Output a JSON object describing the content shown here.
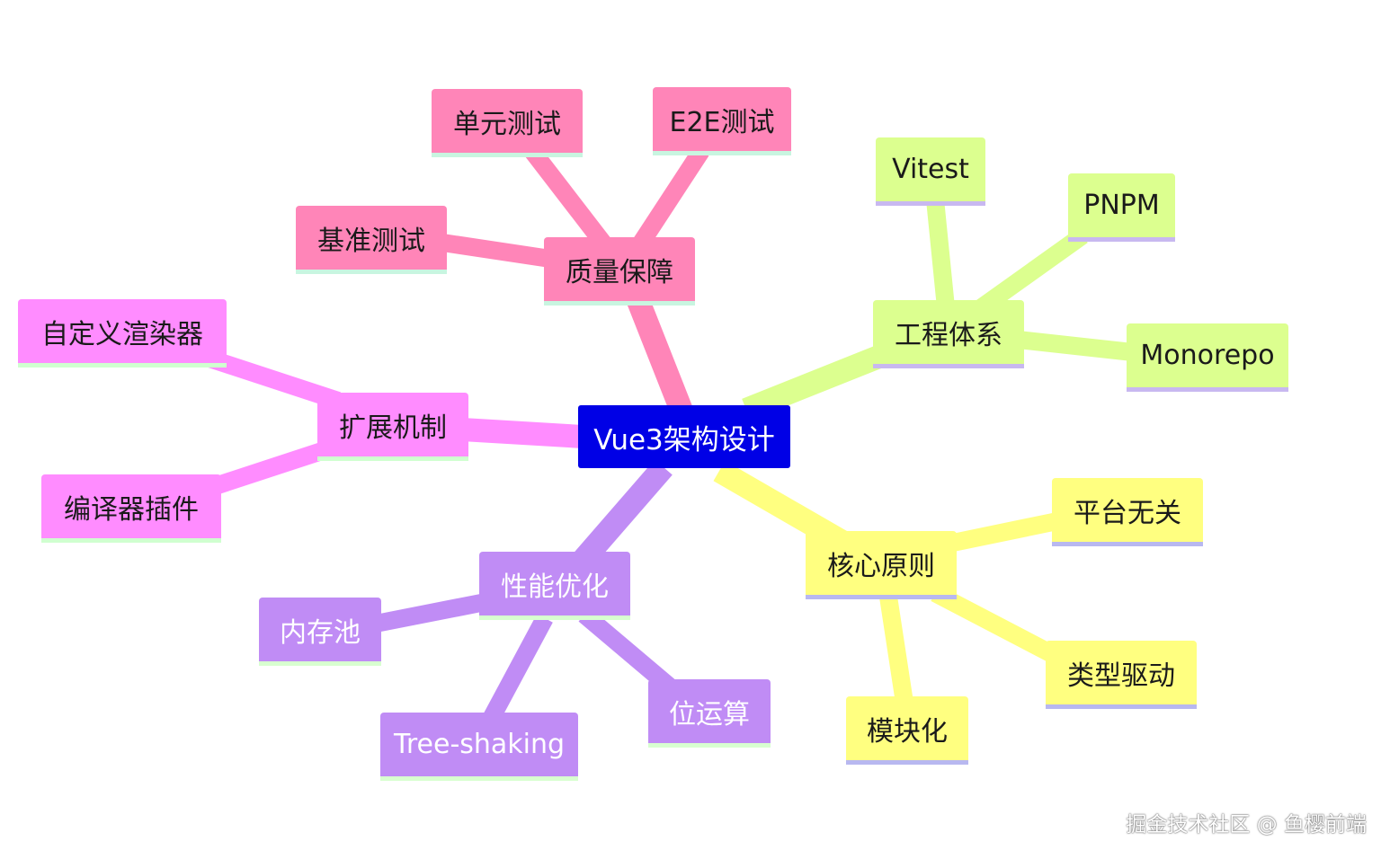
{
  "root": {
    "label": "Vue3架构设计",
    "color": "#0000e6"
  },
  "branches": [
    {
      "key": "quality",
      "label": "质量保障",
      "color": "#ff85b8",
      "underline": "#c8f5e0",
      "children": [
        {
          "key": "unit",
          "label": "单元测试"
        },
        {
          "key": "e2e",
          "label": "E2E测试"
        },
        {
          "key": "bench",
          "label": "基准测试"
        }
      ]
    },
    {
      "key": "engineering",
      "label": "工程体系",
      "color": "#dcff8f",
      "underline": "#c8b8f0",
      "children": [
        {
          "key": "vitest",
          "label": "Vitest"
        },
        {
          "key": "pnpm",
          "label": "PNPM"
        },
        {
          "key": "monorepo",
          "label": "Monorepo"
        }
      ]
    },
    {
      "key": "principles",
      "label": "核心原则",
      "color": "#ffff80",
      "underline": "#b8b8f0",
      "children": [
        {
          "key": "platform",
          "label": "平台无关"
        },
        {
          "key": "typed",
          "label": "类型驱动"
        },
        {
          "key": "modular",
          "label": "模块化"
        }
      ]
    },
    {
      "key": "performance",
      "label": "性能优化",
      "color": "#c08cf5",
      "underline": "#d8ffd0",
      "children": [
        {
          "key": "mempool",
          "label": "内存池"
        },
        {
          "key": "bitops",
          "label": "位运算"
        },
        {
          "key": "treeshaking",
          "label": "Tree-shaking"
        }
      ]
    },
    {
      "key": "extension",
      "label": "扩展机制",
      "color": "#ff8cff",
      "underline": "#d0ffd0",
      "children": [
        {
          "key": "renderer",
          "label": "自定义渲染器"
        },
        {
          "key": "compiler",
          "label": "编译器插件"
        }
      ]
    }
  ],
  "watermark": "掘金技术社区 @ 鱼樱前端"
}
